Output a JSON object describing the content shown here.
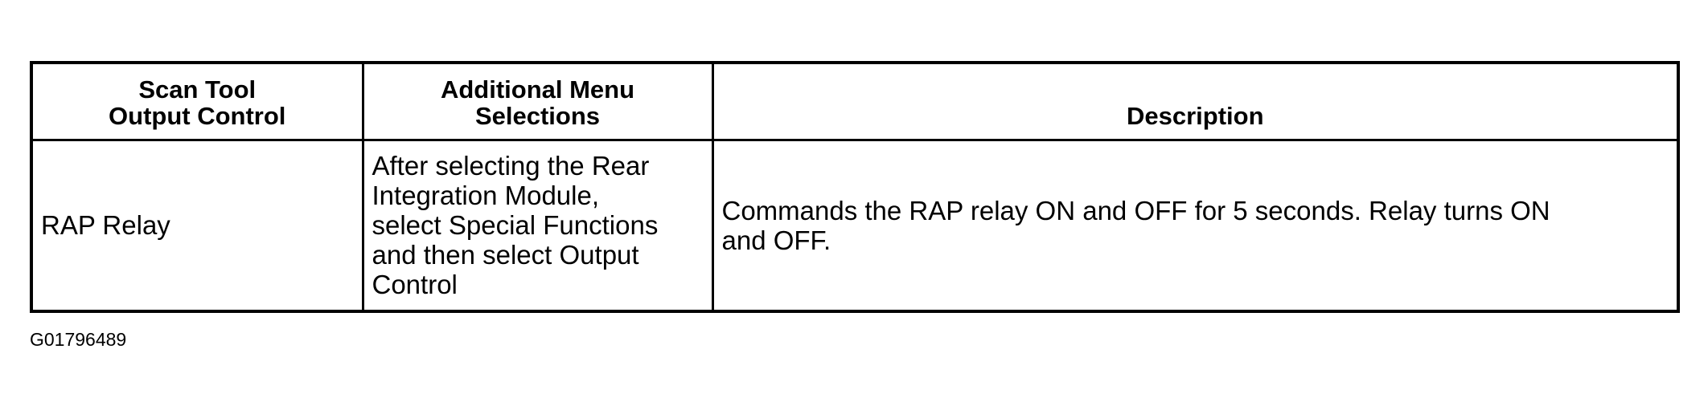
{
  "table": {
    "headers": [
      [
        "Scan Tool",
        "Output Control"
      ],
      [
        "Additional Menu",
        "Selections"
      ],
      [
        "Description"
      ]
    ],
    "rows": [
      {
        "output_control": "RAP Relay",
        "menu_selections": [
          "After selecting the Rear",
          "Integration Module,",
          "select Special Functions",
          "and then select Output",
          "Control"
        ],
        "description": [
          "Commands the RAP relay ON and OFF for 5 seconds. Relay turns ON",
          "and OFF."
        ]
      }
    ]
  },
  "figure_id": "G01796489"
}
